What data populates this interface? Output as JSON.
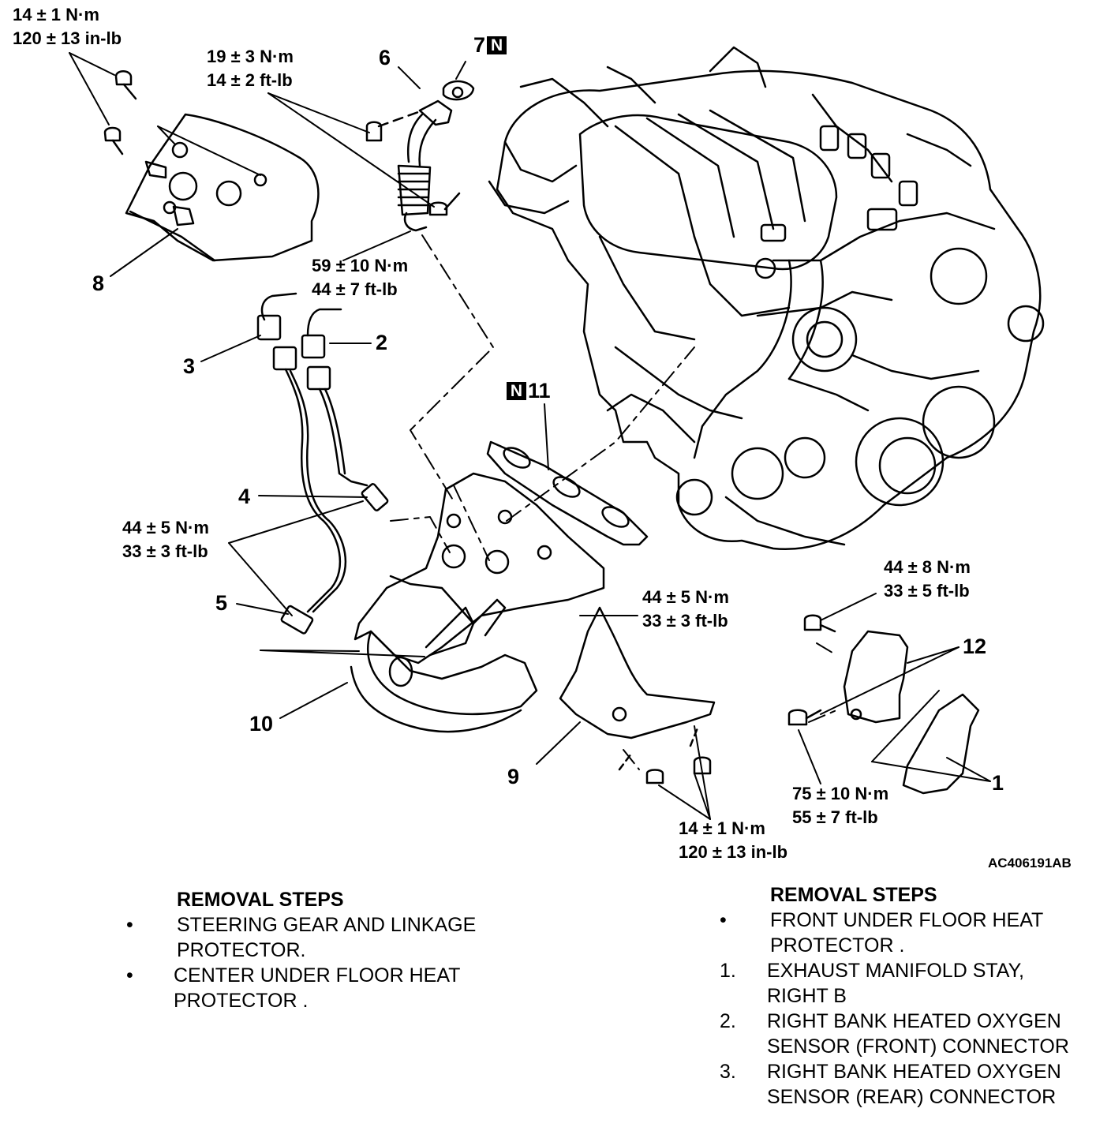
{
  "torques": {
    "t8a": [
      "14 ± 1 N·m",
      "120 ± 13 in-lb"
    ],
    "t6": [
      "19 ± 3 N·m",
      "14 ± 2 ft-lb"
    ],
    "t6b": [
      "59 ± 10 N·m",
      "44 ± 7 ft-lb"
    ],
    "t4": [
      "44 ± 5 N·m",
      "33 ± 3 ft-lb"
    ],
    "t10": [
      "44 ± 5 N·m",
      "33 ± 3 ft-lb"
    ],
    "t12": [
      "44 ± 8 N·m",
      "33 ± 5 ft-lb"
    ],
    "t1": [
      "75 ± 10 N·m",
      "55 ± 7 ft-lb"
    ],
    "t9": [
      "14 ± 1 N·m",
      "120 ± 13 in-lb"
    ]
  },
  "callouts": {
    "c1": "1",
    "c2": "2",
    "c3": "3",
    "c4": "4",
    "c5": "5",
    "c6": "6",
    "c7": "7",
    "c8": "8",
    "c9": "9",
    "c10": "10",
    "c11": "11",
    "c12": "12"
  },
  "new_part_mark": "N",
  "figure_id": "AC406191AB",
  "removal_left": {
    "heading": "REMOVAL STEPS",
    "bullet": "•",
    "items": [
      [
        "STEERING GEAR AND LINKAGE",
        "PROTECTOR."
      ],
      [
        "CENTER UNDER FLOOR HEAT",
        "PROTECTOR ."
      ]
    ]
  },
  "removal_right": {
    "heading": "REMOVAL STEPS",
    "bullet": "•",
    "items": [
      {
        "mark": "•",
        "lines": [
          "FRONT UNDER FLOOR HEAT",
          "PROTECTOR ."
        ]
      },
      {
        "mark": "1.",
        "lines": [
          "EXHAUST MANIFOLD STAY,",
          "RIGHT B"
        ]
      },
      {
        "mark": "2.",
        "lines": [
          "RIGHT BANK HEATED OXYGEN",
          "SENSOR (FRONT) CONNECTOR"
        ]
      },
      {
        "mark": "3.",
        "lines": [
          "RIGHT BANK HEATED OXYGEN",
          "SENSOR (REAR) CONNECTOR"
        ]
      }
    ]
  }
}
